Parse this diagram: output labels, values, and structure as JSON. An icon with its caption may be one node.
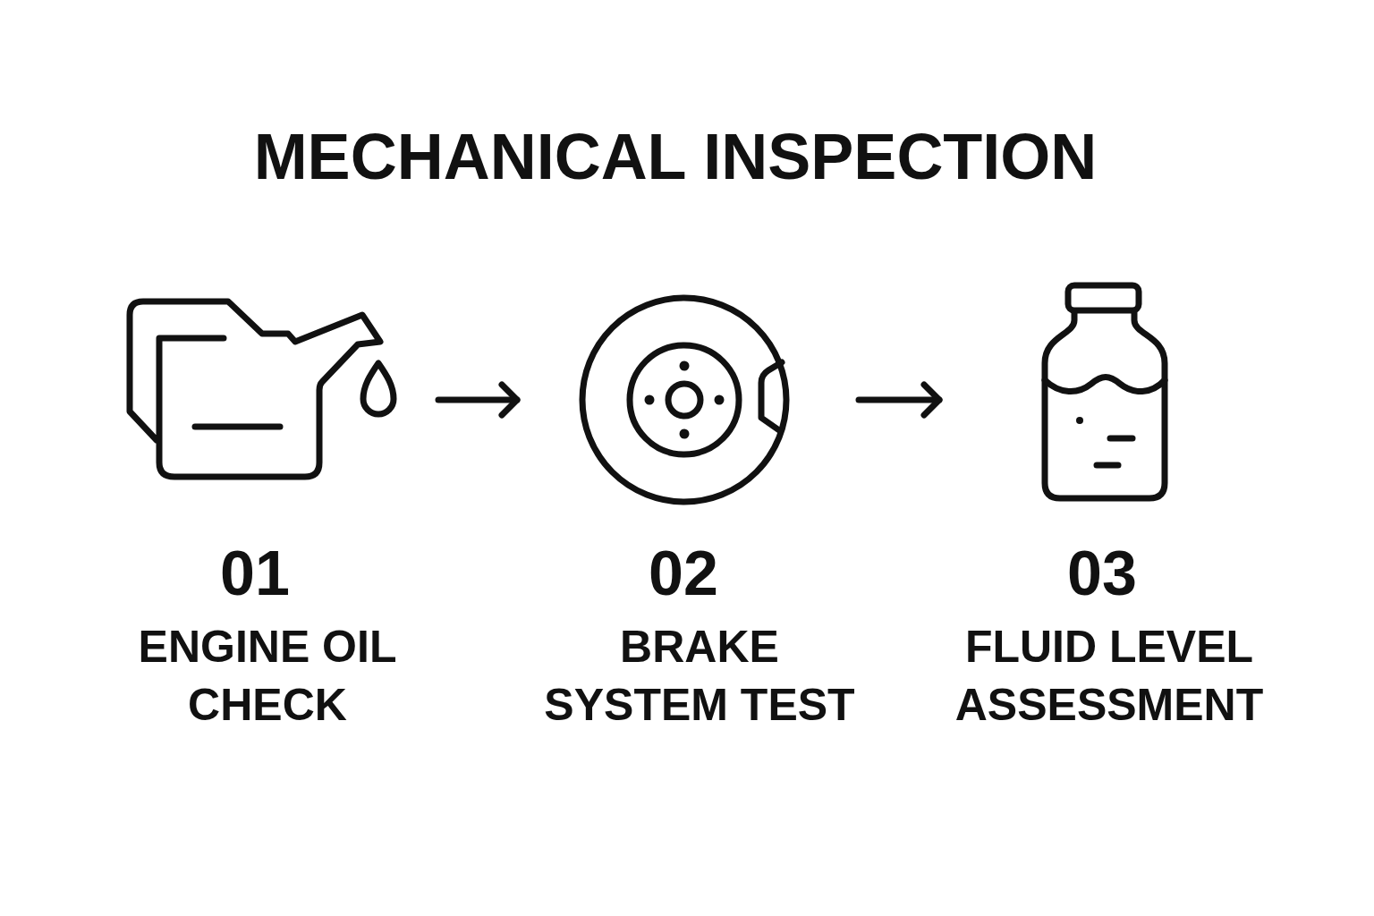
{
  "diagram": {
    "title": "MECHANICAL INSPECTION",
    "nodes": [
      {
        "text": [],
        "shape": "picture",
        "beside": [
          "01",
          "ENGINE OIL CHECK"
        ]
      },
      {
        "text": [],
        "shape": "picture",
        "beside": [
          "02",
          "BRAKE SYSTEM TEST"
        ]
      },
      {
        "text": [],
        "shape": "picture",
        "beside": [
          "03",
          "FLUID LEVEL ASSESSMENT"
        ]
      }
    ],
    "edges": [
      {
        "from": 0,
        "to": 1,
        "arrow": "to"
      },
      {
        "from": 1,
        "to": 2,
        "arrow": "to"
      }
    ]
  }
}
